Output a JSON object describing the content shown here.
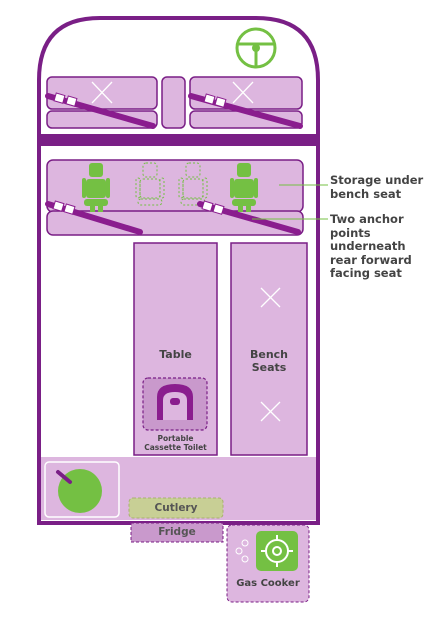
{
  "colors": {
    "outline": "#7a1f86",
    "panel": "#ddb6df",
    "panel_dark": "#c999cc",
    "seat_green": "#74c043",
    "strap": "#8a1d8e",
    "khaki": "#c8cf95",
    "leader_green": "#74c043"
  },
  "labels": {
    "table": "Table",
    "bench_seats": "Bench Seats",
    "toilet_line1": "Portable",
    "toilet_line2": "Cassette Toilet",
    "cutlery": "Cutlery",
    "fridge": "Fridge",
    "gas_cooker": "Gas Cooker"
  },
  "annotations": {
    "storage": [
      "Storage under",
      "bench seat"
    ],
    "anchor": [
      "Two anchor",
      "points",
      "underneath",
      "rear forward",
      "facing seat"
    ]
  },
  "icons": {
    "steering": "steering-wheel-icon",
    "seat": "car-seat-icon",
    "toilet": "toilet-icon",
    "sink": "sink-icon",
    "cooker": "gas-burner-icon",
    "knobs": "cooker-knob-icon"
  }
}
